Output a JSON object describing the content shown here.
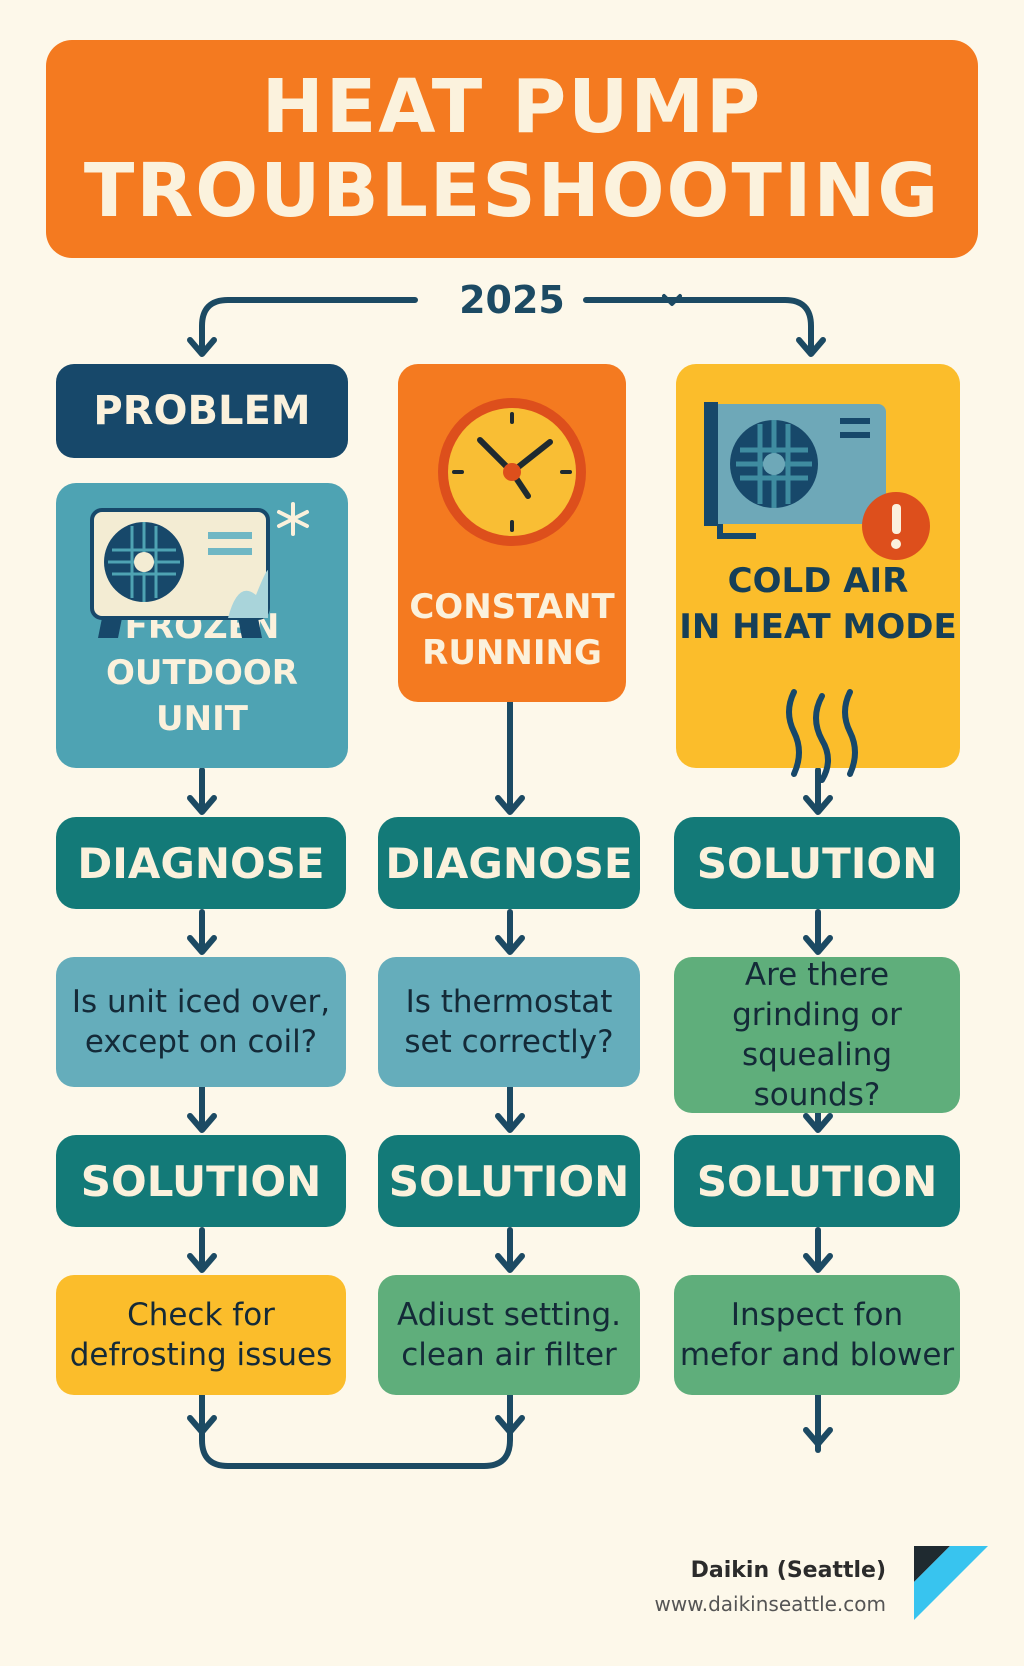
{
  "title": {
    "line1": "HEAT PUMP",
    "line2": "TROUBLESHOOTING"
  },
  "year": "2025",
  "problem_label": "PROBLEM",
  "columns": [
    {
      "problem": "FROZEN\nOUTDOOR UNIT",
      "problem_icon": "frozen-ac-unit-icon",
      "step1_label": "DIAGNOSE",
      "step1_text": "Is unit iced over,\nexcept on coil?",
      "step2_label": "SOLUTION",
      "step2_text": "Check for\ndefrosting issues"
    },
    {
      "problem": "CONSTANT\nRUNNING",
      "problem_icon": "clock-icon",
      "step1_label": "DIAGNOSE",
      "step1_text": "Is thermostat\nset correctly?",
      "step2_label": "SOLUTION",
      "step2_text": "Adiust setting.\nclean air filter"
    },
    {
      "problem": "COLD AIR\nIN HEAT MODE",
      "problem_icon": "ac-unit-warning-icon",
      "step1_label": "SOLUTION",
      "step1_text": "Are there\ngrinding or\nsquealing sounds?",
      "step2_label": "SOLUTION",
      "step2_text": "Inspect fon\nmefor and blower"
    }
  ],
  "footer": {
    "name": "Daikin (Seattle)",
    "url": "www.daikinseattle.com"
  },
  "colors": {
    "orange": "#f47a20",
    "navy": "#17486a",
    "teal": "#137a78",
    "light_blue": "#65adbb",
    "green": "#5fae7b",
    "yellow": "#fbbd2b",
    "cream": "#fbf1dc"
  }
}
